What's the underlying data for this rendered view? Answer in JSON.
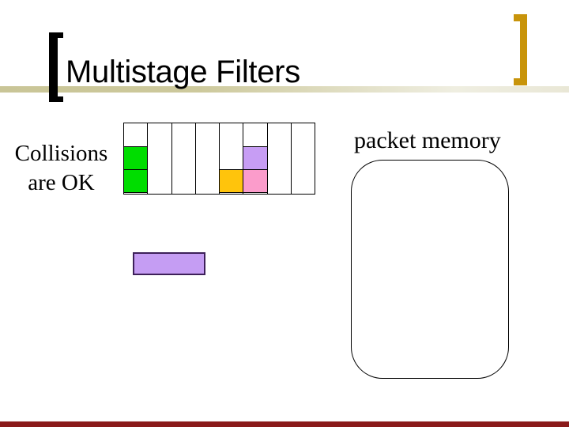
{
  "slide_title": "Multistage Filters",
  "captions": {
    "collisions_line1": "Collisions",
    "collisions_line2": "are OK",
    "packet_memory": "packet memory"
  },
  "decorations": {
    "left_bracket_color": "#000000",
    "right_bracket_color": "#c8940b",
    "title_rule_gradient_left": "#c9c597",
    "title_rule_gradient_right": "#e9e7d6",
    "bottom_bar_color": "#8a1a1a"
  },
  "filter_grid": {
    "columns": 8,
    "rows": 3,
    "palette": {
      "green": "#00dd00",
      "gold": "#ffc40c",
      "lavender": "#c79df4",
      "pink": "#fb9ccb"
    },
    "filled_cells": [
      {
        "col": 1,
        "row": 2,
        "color": "green"
      },
      {
        "col": 1,
        "row": 3,
        "color": "green"
      },
      {
        "col": 5,
        "row": 3,
        "color": "gold"
      },
      {
        "col": 6,
        "row": 2,
        "color": "lavender"
      },
      {
        "col": 6,
        "row": 3,
        "color": "pink"
      }
    ]
  },
  "shapes": {
    "matched_flow_fill": "#c59df3",
    "matched_flow_border": "#3d2059",
    "packet_memory_box_border": "#000000"
  }
}
